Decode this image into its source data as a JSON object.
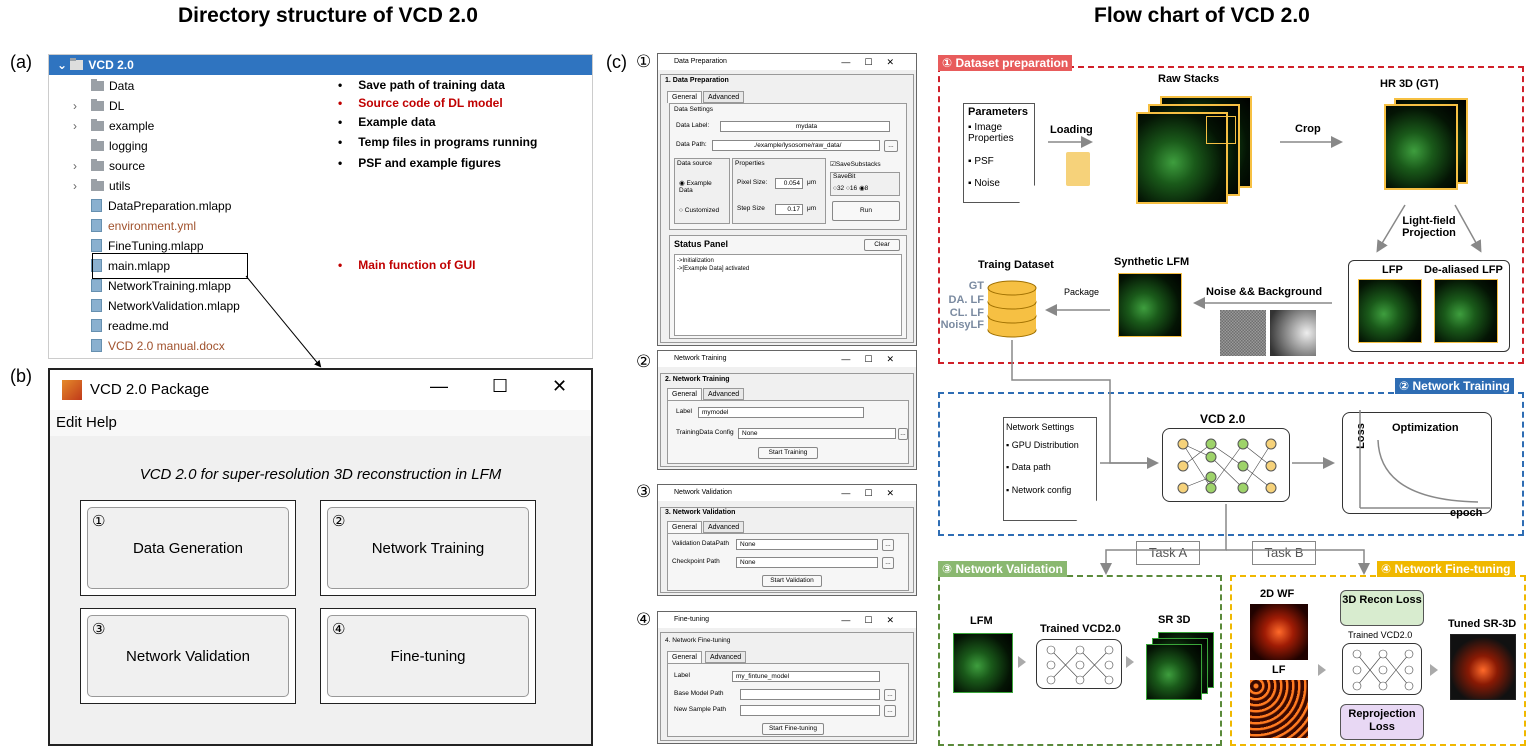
{
  "headings": {
    "left": "Directory structure of VCD 2.0",
    "right": "Flow chart of VCD 2.0"
  },
  "panel_labels": {
    "a": "(a)",
    "b": "(b)",
    "c": "(c)"
  },
  "tree": {
    "root": "VCD 2.0",
    "items": [
      {
        "label": "Data",
        "type": "folder",
        "expand": ""
      },
      {
        "label": "DL",
        "type": "folder",
        "expand": "›"
      },
      {
        "label": "example",
        "type": "folder",
        "expand": "›"
      },
      {
        "label": "logging",
        "type": "folder",
        "expand": ""
      },
      {
        "label": "source",
        "type": "folder",
        "expand": "›"
      },
      {
        "label": "utils",
        "type": "folder",
        "expand": "›"
      },
      {
        "label": "DataPreparation.mlapp",
        "type": "file",
        "expand": ""
      },
      {
        "label": "environment.yml",
        "type": "file",
        "expand": ""
      },
      {
        "label": "FineTuning.mlapp",
        "type": "file",
        "expand": ""
      },
      {
        "label": "main.mlapp",
        "type": "file",
        "expand": ""
      },
      {
        "label": "NetworkTraining.mlapp",
        "type": "file",
        "expand": ""
      },
      {
        "label": "NetworkValidation.mlapp",
        "type": "file",
        "expand": ""
      },
      {
        "label": "readme.md",
        "type": "file",
        "expand": ""
      },
      {
        "label": "VCD 2.0 manual.docx",
        "type": "file",
        "expand": ""
      }
    ],
    "notes": [
      "Save path of training data",
      "Source code of DL model",
      "Example data",
      "Temp files in programs running",
      "PSF and example figures",
      "Main function of GUI"
    ]
  },
  "package_window": {
    "title": "VCD 2.0 Package",
    "menu": [
      "Edit",
      "Help"
    ],
    "subtitle": "VCD 2.0 for super-resolution 3D reconstruction in LFM",
    "buttons": [
      {
        "num": "①",
        "label": "Data Generation"
      },
      {
        "num": "②",
        "label": "Network Training"
      },
      {
        "num": "③",
        "label": "Network Validation"
      },
      {
        "num": "④",
        "label": "Fine-tuning"
      }
    ],
    "controls": {
      "min": "—",
      "max": "☐",
      "close": "✕"
    }
  },
  "nums": [
    "①",
    "②",
    "③",
    "④"
  ],
  "data_prep": {
    "title": "Data Preparation",
    "section": "1. Data Preparation",
    "tabs": [
      "General",
      "Advanced"
    ],
    "settings": "Data Settings",
    "label_lbl": "Data Label:",
    "label_val": "mydata",
    "path_lbl": "Data Path:",
    "path_val": "./example/lysosome/raw_data/",
    "browse": "...",
    "source": "Data source",
    "opt1": "Example Data",
    "opt2": "Customized",
    "props": "Properties",
    "pix_lbl": "Pixel Size:",
    "pix_val": "0.054",
    "step_lbl": "Step Size",
    "step_val": "0.17",
    "unit": "μm",
    "save_sub": "SaveSubstacks",
    "savebit": "SaveBit",
    "bits": [
      "32",
      "16",
      "8"
    ],
    "run": "Run",
    "status": "Status Panel",
    "clear": "Clear",
    "log": [
      "->Initialization",
      "->[Example Data] activated"
    ]
  },
  "net_train": {
    "title": "Network Training",
    "section": "2. Network Training",
    "tabs": [
      "General",
      "Advanced"
    ],
    "label_lbl": "Label",
    "label_val": "mymodel",
    "cfg_lbl": "TrainingData Config",
    "cfg_val": "None",
    "browse": "...",
    "start": "Start Training"
  },
  "net_val": {
    "title": "Network Validation",
    "section": "3. Network Validation",
    "tabs": [
      "General",
      "Advanced"
    ],
    "vpath_lbl": "Validation DataPath",
    "vpath_val": "None",
    "cpath_lbl": "Checkpoint Path",
    "cpath_val": "None",
    "browse": "...",
    "start": "Start Validation"
  },
  "fine": {
    "title": "Fine-tuning",
    "section": "4. Network Fine-tuning",
    "tabs": [
      "General",
      "Advanced"
    ],
    "label_lbl": "Label",
    "label_val": "my_fintune_model",
    "base_lbl": "Base Model Path",
    "sample_lbl": "New Sample Path",
    "browse": "...",
    "start": "Start Fine-tuning"
  },
  "flow": {
    "s1_tag": "① Dataset preparation",
    "s2_tag": "② Network Training",
    "s3_tag": "③ Network Validation",
    "s4_tag": "④ Network Fine-tuning",
    "params_title": "Parameters",
    "params": [
      "Image Properties",
      "PSF",
      "Noise"
    ],
    "loading": "Loading",
    "raw": "Raw Stacks",
    "crop": "Crop",
    "hr": "HR 3D (GT)",
    "lfproj": "Light-field Projection",
    "lfp": "LFP",
    "dealiased": "De-aliased LFP",
    "noise": "Noise && Background",
    "synth": "Synthetic LFM",
    "package": "Package",
    "dataset": "Traing Dataset",
    "ds_items": [
      "GT",
      "DA. LF",
      "CL. LF",
      "NoisyLF"
    ],
    "net_settings": "Network Settings",
    "ns_items": [
      "GPU Distribution",
      "Data path",
      "Network config"
    ],
    "vcd": "VCD 2.0",
    "optim": "Optimization",
    "loss": "Loss",
    "epoch": "epoch",
    "taskA": "Task A",
    "taskB": "Task B",
    "lfm": "LFM",
    "trained": "Trained VCD2.0",
    "sr3d": "SR 3D",
    "wf": "2D WF",
    "lf": "LF",
    "recon": "3D Recon Loss",
    "trained2": "Trained VCD2.0",
    "reproj": "Reprojection Loss",
    "tuned": "Tuned SR-3D"
  },
  "colors": {
    "s1": "#d0202a",
    "s2": "#2e6db4",
    "s3": "#5a8a3a",
    "s4": "#f0b800",
    "tree_head": "#2f74c0"
  }
}
